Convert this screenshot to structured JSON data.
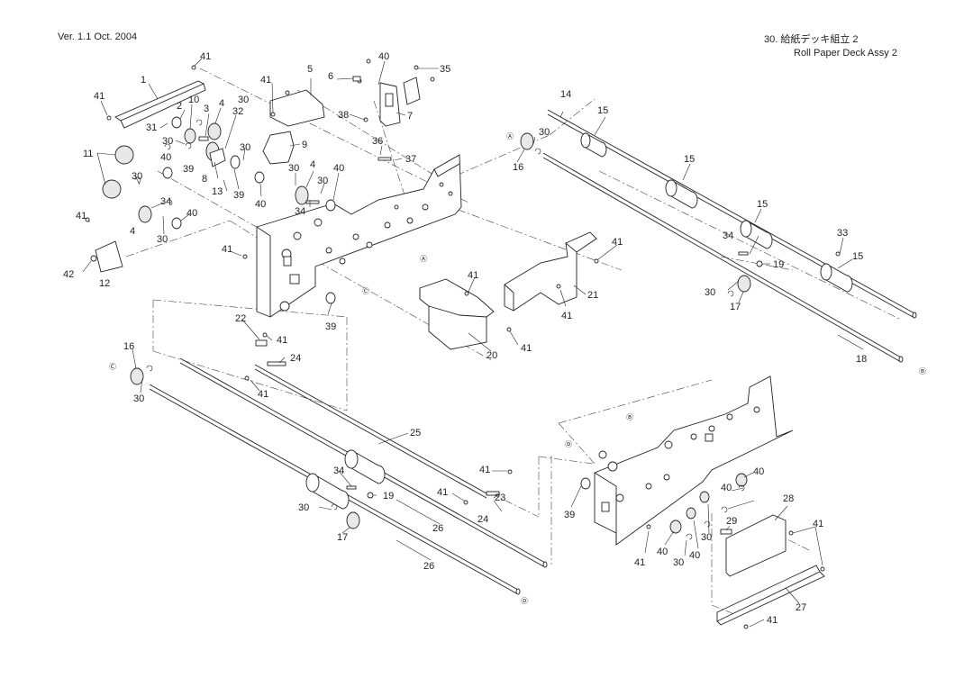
{
  "header": {
    "version": "Ver. 1.1  Oct. 2004",
    "section_title": "30.  給紙デッキ組立 2",
    "section_subtitle": "Roll Paper Deck Assy 2"
  },
  "ref_marks": {
    "A": "Ⓐ",
    "B": "Ⓑ",
    "C": "Ⓒ",
    "D": "Ⓓ"
  },
  "callouts": {
    "c1": "1",
    "c2": "2",
    "c3": "3",
    "c4a": "4",
    "c4b": "4",
    "c4c": "4",
    "c5": "5",
    "c6": "6",
    "c7": "7",
    "c8": "8",
    "c9": "9",
    "c10": "10",
    "c11": "11",
    "c12": "12",
    "c13": "13",
    "c14": "14",
    "c15a": "15",
    "c15b": "15",
    "c15c": "15",
    "c15d": "15",
    "c16a": "16",
    "c16b": "16",
    "c17a": "17",
    "c17b": "17",
    "c18": "18",
    "c19a": "19",
    "c19b": "19",
    "c20": "20",
    "c21": "21",
    "c22": "22",
    "c23": "23",
    "c24a": "24",
    "c24b": "24",
    "c25": "25",
    "c26a": "26",
    "c26b": "26",
    "c27": "27",
    "c28": "28",
    "c29": "29",
    "c30a": "30",
    "c30b": "30",
    "c30c": "30",
    "c30d": "30",
    "c30e": "30",
    "c30f": "30",
    "c30g": "30",
    "c30h": "30",
    "c30i": "30",
    "c30j": "30",
    "c30k": "30",
    "c30l": "30",
    "c30m": "30",
    "c31": "31",
    "c32": "32",
    "c33": "33",
    "c34a": "34",
    "c34b": "34",
    "c34c": "34",
    "c34d": "34",
    "c35": "35",
    "c36": "36",
    "c37": "37",
    "c38": "38",
    "c39a": "39",
    "c39b": "39",
    "c39c": "39",
    "c39d": "39",
    "c40a": "40",
    "c40b": "40",
    "c40c": "40",
    "c40d": "40",
    "c40e": "40",
    "c40f": "40",
    "c40g": "40",
    "c40h": "40",
    "c40i": "40",
    "c41a": "41",
    "c41b": "41",
    "c41c": "41",
    "c41d": "41",
    "c41e": "41",
    "c41f": "41",
    "c41g": "41",
    "c41h": "41",
    "c41i": "41",
    "c41j": "41",
    "c41k": "41",
    "c41l": "41",
    "c41m": "41",
    "c41n": "41",
    "c41o": "41",
    "c42": "42"
  }
}
